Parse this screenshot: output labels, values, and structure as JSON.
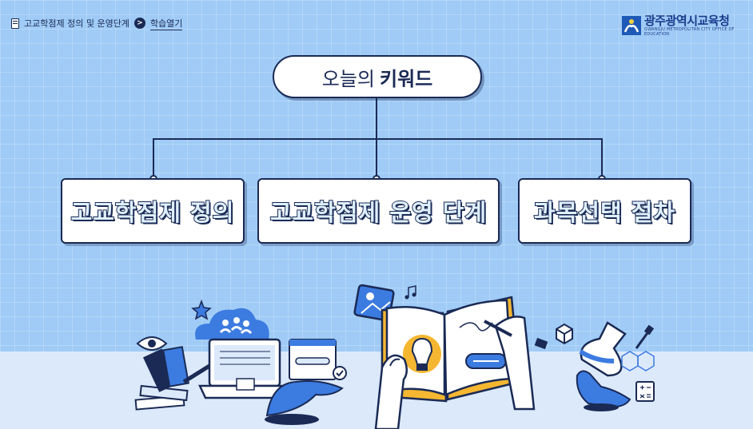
{
  "breadcrumb": {
    "items": [
      "고교학점제 정의 및 운영단계",
      "학습열기"
    ],
    "separator": ">"
  },
  "logo": {
    "name": "광주광역시교육청",
    "subtitle": "GWANGJU METROPOLITAN CITY OFFICE OF EDUCATION"
  },
  "keyword": {
    "light": "오늘의",
    "bold": "키워드"
  },
  "boxes": [
    {
      "label": "고교학점제 정의"
    },
    {
      "label": "고교학점제 운영 단계"
    },
    {
      "label": "과목선택 절차"
    }
  ],
  "colors": {
    "background": "#9fcbf6",
    "navy": "#1a2a55",
    "accent_blue": "#3c7be0",
    "accent_yellow": "#f5b731"
  }
}
